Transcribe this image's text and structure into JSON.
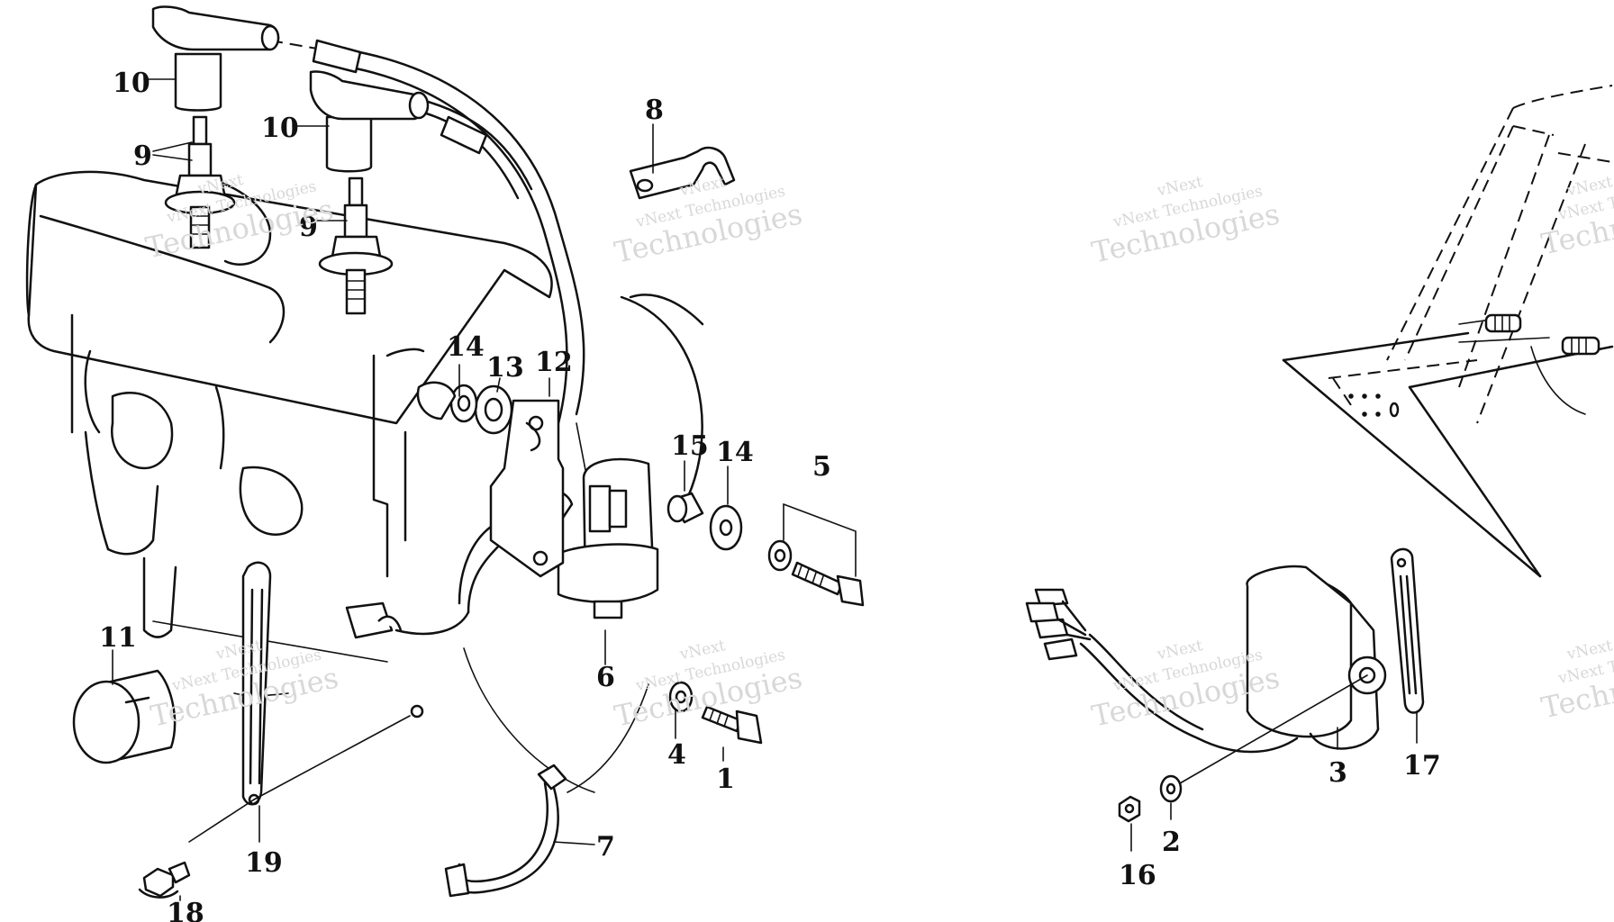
{
  "callouts": {
    "c1": "1",
    "c2": "2",
    "c3": "3",
    "c4": "4",
    "c5": "5",
    "c6": "6",
    "c7": "7",
    "c8": "8",
    "c9a": "9",
    "c9b": "9",
    "c10a": "10",
    "c10b": "10",
    "c11": "11",
    "c12": "12",
    "c13": "13",
    "c14a": "14",
    "c14b": "14",
    "c15": "15",
    "c16": "16",
    "c17": "17",
    "c18": "18",
    "c19": "19"
  },
  "watermark": {
    "line1": "vNext Technologies",
    "line2": "vNext",
    "line3": "Technologies"
  }
}
